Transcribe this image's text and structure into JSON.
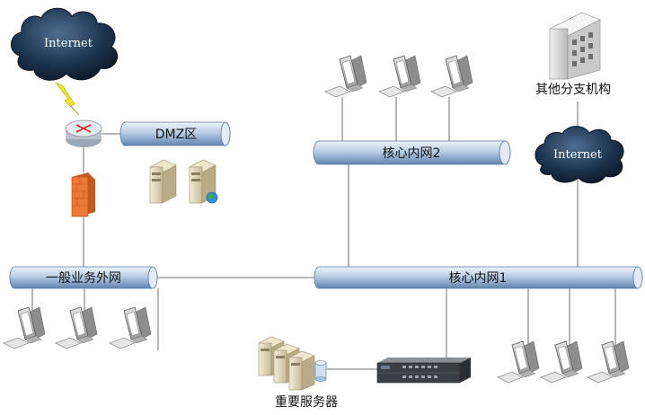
{
  "clouds": {
    "internet_left": "Internet",
    "internet_right": "Internet"
  },
  "networks": {
    "dmz": "DMZ区",
    "core2": "核心内网2",
    "general": "一般业务外网",
    "core1": "核心内网1"
  },
  "labels": {
    "branch": "其他分支机构",
    "servers": "重要服务器"
  },
  "colors": {
    "pipe_light": "#dbe7f4",
    "pipe_dark": "#6d8fb8",
    "cloud": "#1b2f45",
    "firewall": "#e8732e",
    "line": "#707070"
  }
}
